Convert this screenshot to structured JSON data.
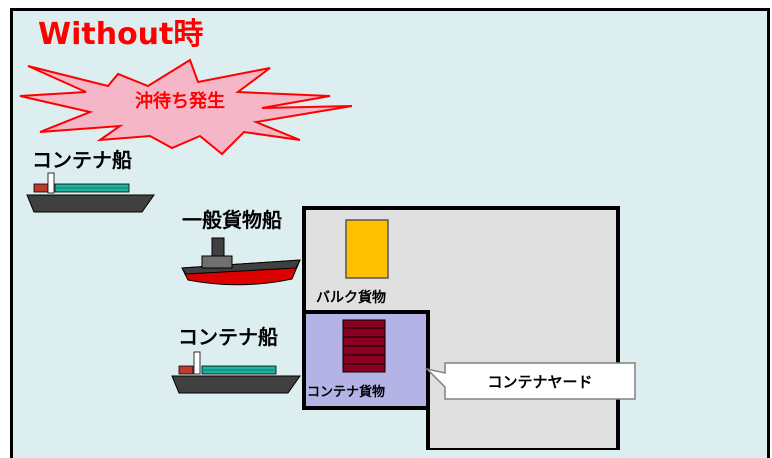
{
  "title": "Without時",
  "burst": {
    "label": "沖待ち発生"
  },
  "ships": {
    "container_ship_waiting": "コンテナ船",
    "general_cargo_ship": "一般貨物船",
    "container_ship_berthed": "コンテナ船"
  },
  "terminal": {
    "bulk_cargo_label": "バルク貨物",
    "container_cargo_label": "コンテナ貨物",
    "container_yard_callout": "コンテナヤード"
  },
  "colors": {
    "title": "#ff0000",
    "burst_fill": "#f5b7c7",
    "burst_text": "#ff0000",
    "sea": "#ddeef0",
    "pier": "#e0e0e0",
    "bulk_cargo": "#ffc000",
    "container_yard": "#b3b3e6",
    "container_stack": "#8b0020",
    "ship_hull_dark": "#404040",
    "general_ship_hull_red": "#dd0000",
    "container_teal": "#20b2a0"
  }
}
